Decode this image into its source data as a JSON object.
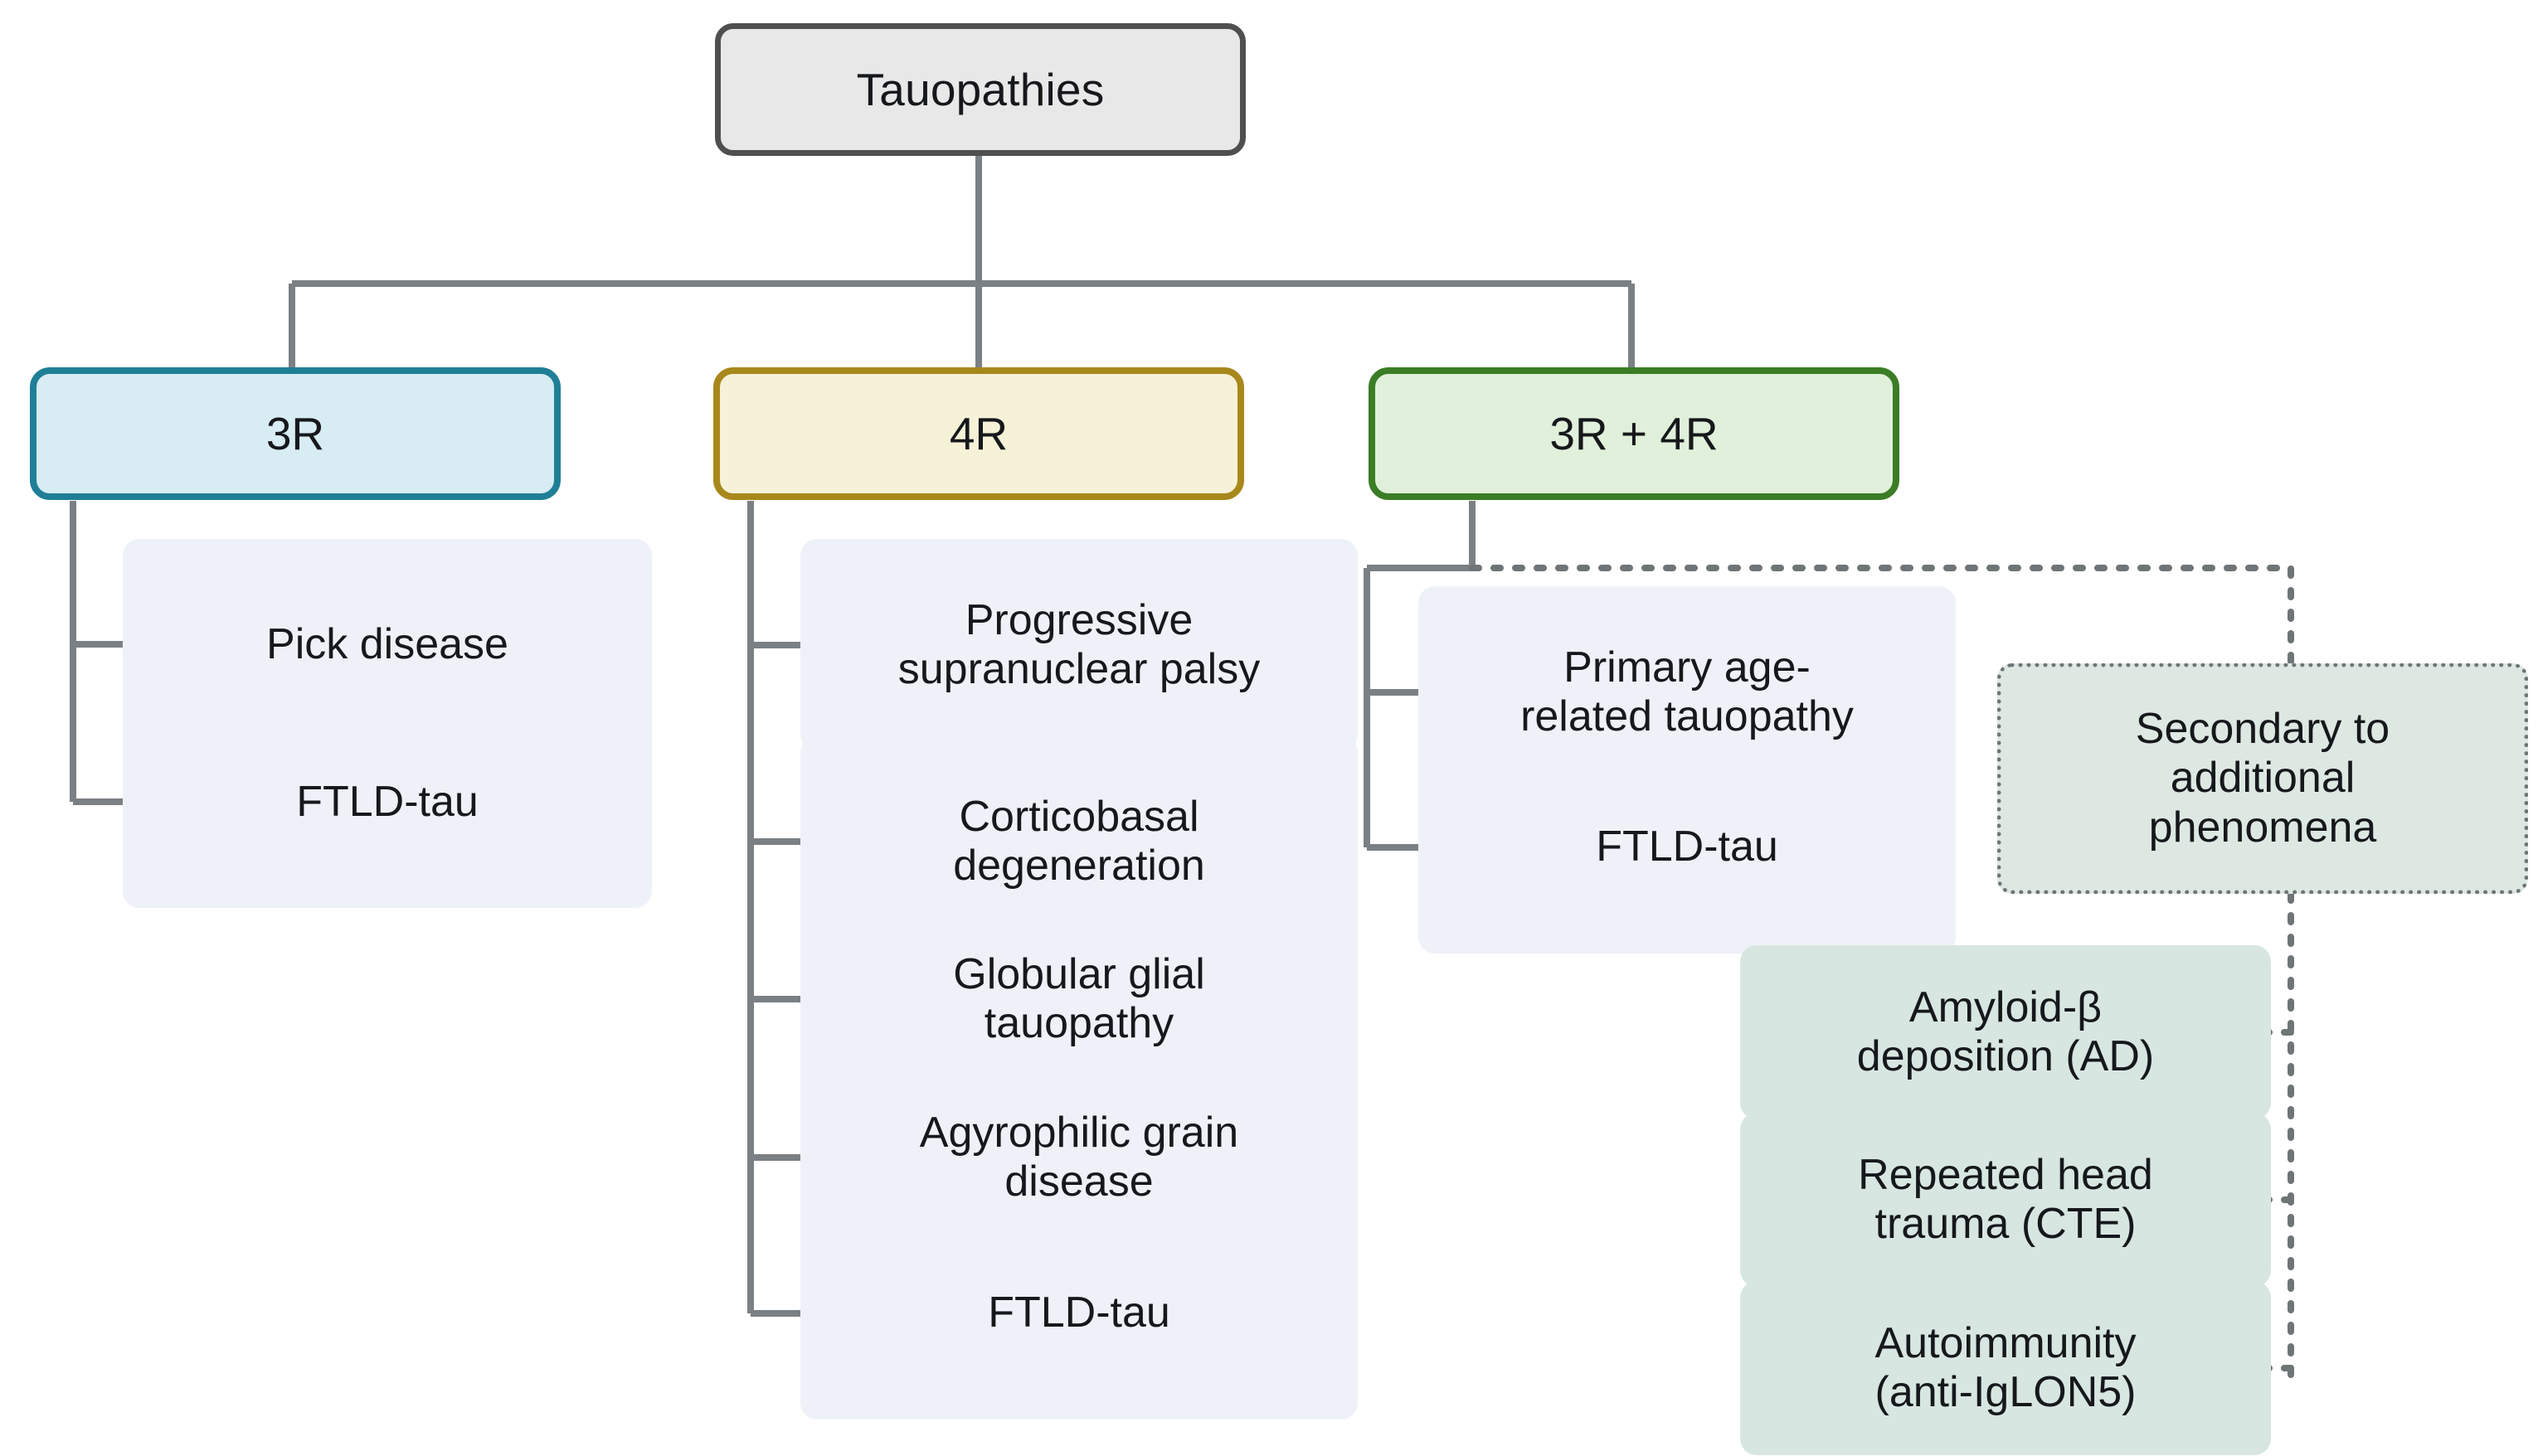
{
  "diagram": {
    "title": "Tauopathies classification tree",
    "root": {
      "label": "Tauopathies"
    },
    "categories": [
      {
        "key": "3r",
        "label": "3R"
      },
      {
        "key": "4r",
        "label": "4R"
      },
      {
        "key": "34r",
        "label": "3R + 4R"
      }
    ],
    "children_3r": [
      {
        "label": "Pick disease"
      },
      {
        "label": "FTLD-tau"
      }
    ],
    "children_4r": [
      {
        "label": "Progressive\nsupranuclear palsy"
      },
      {
        "label": "Corticobasal\ndegeneration"
      },
      {
        "label": "Globular glial\ntauopathy"
      },
      {
        "label": "Agyrophilic grain\ndisease"
      },
      {
        "label": "FTLD-tau"
      }
    ],
    "children_34r": [
      {
        "label": "Primary age-\nrelated tauopathy"
      },
      {
        "label": "FTLD-tau"
      }
    ],
    "secondary": {
      "header": {
        "label": "Secondary to\nadditional\nphenomena"
      },
      "items": [
        {
          "label": "Amyloid-β\ndeposition (AD)"
        },
        {
          "label": "Repeated head\ntrauma (CTE)"
        },
        {
          "label": "Autoimmunity\n(anti-IgLON5)"
        }
      ]
    },
    "colors": {
      "root_fill": "#e8e8e8",
      "root_stroke": "#4f4f4f",
      "cat_3r_fill": "#d7ecf3",
      "cat_3r_stroke": "#1f7f96",
      "cat_4r_fill": "#f5f2d8",
      "cat_4r_stroke": "#a8881b",
      "cat_34r_fill": "#e1f0da",
      "cat_34r_stroke": "#3b7d25",
      "leaf_fill": "#eef2f8",
      "secondary_fill": "#d7e6e0",
      "connector": "#7b8084",
      "text": "#16181c"
    }
  }
}
